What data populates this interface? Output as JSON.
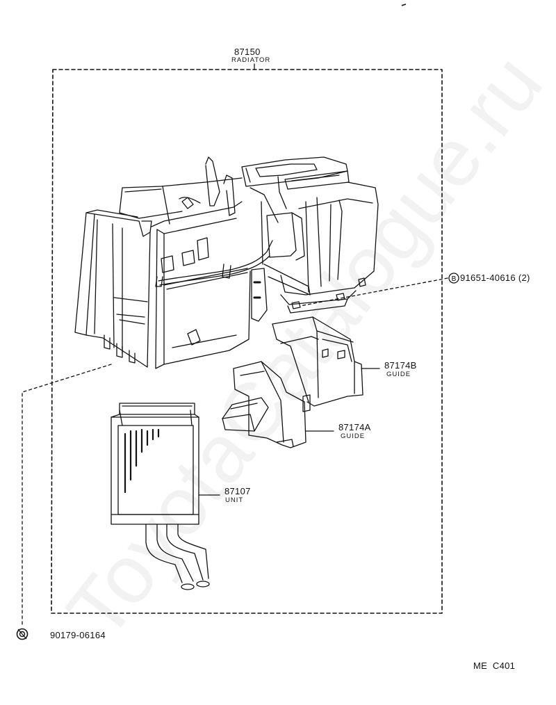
{
  "watermark": "ToyotaCatalogue.ru",
  "parts": {
    "radiator": {
      "number": "87150",
      "name": "RADIATOR"
    },
    "guide_b": {
      "number": "87174B",
      "name": "GUIDE"
    },
    "guide_a": {
      "number": "87174A",
      "name": "GUIDE"
    },
    "unit": {
      "number": "87107",
      "name": "UNIT"
    }
  },
  "fasteners": {
    "bolt": {
      "symbol": "B",
      "number": "91651-40616",
      "qty": "(2)"
    },
    "clip": {
      "number": "90179-06164"
    }
  },
  "diagram_code": "ME  C401"
}
